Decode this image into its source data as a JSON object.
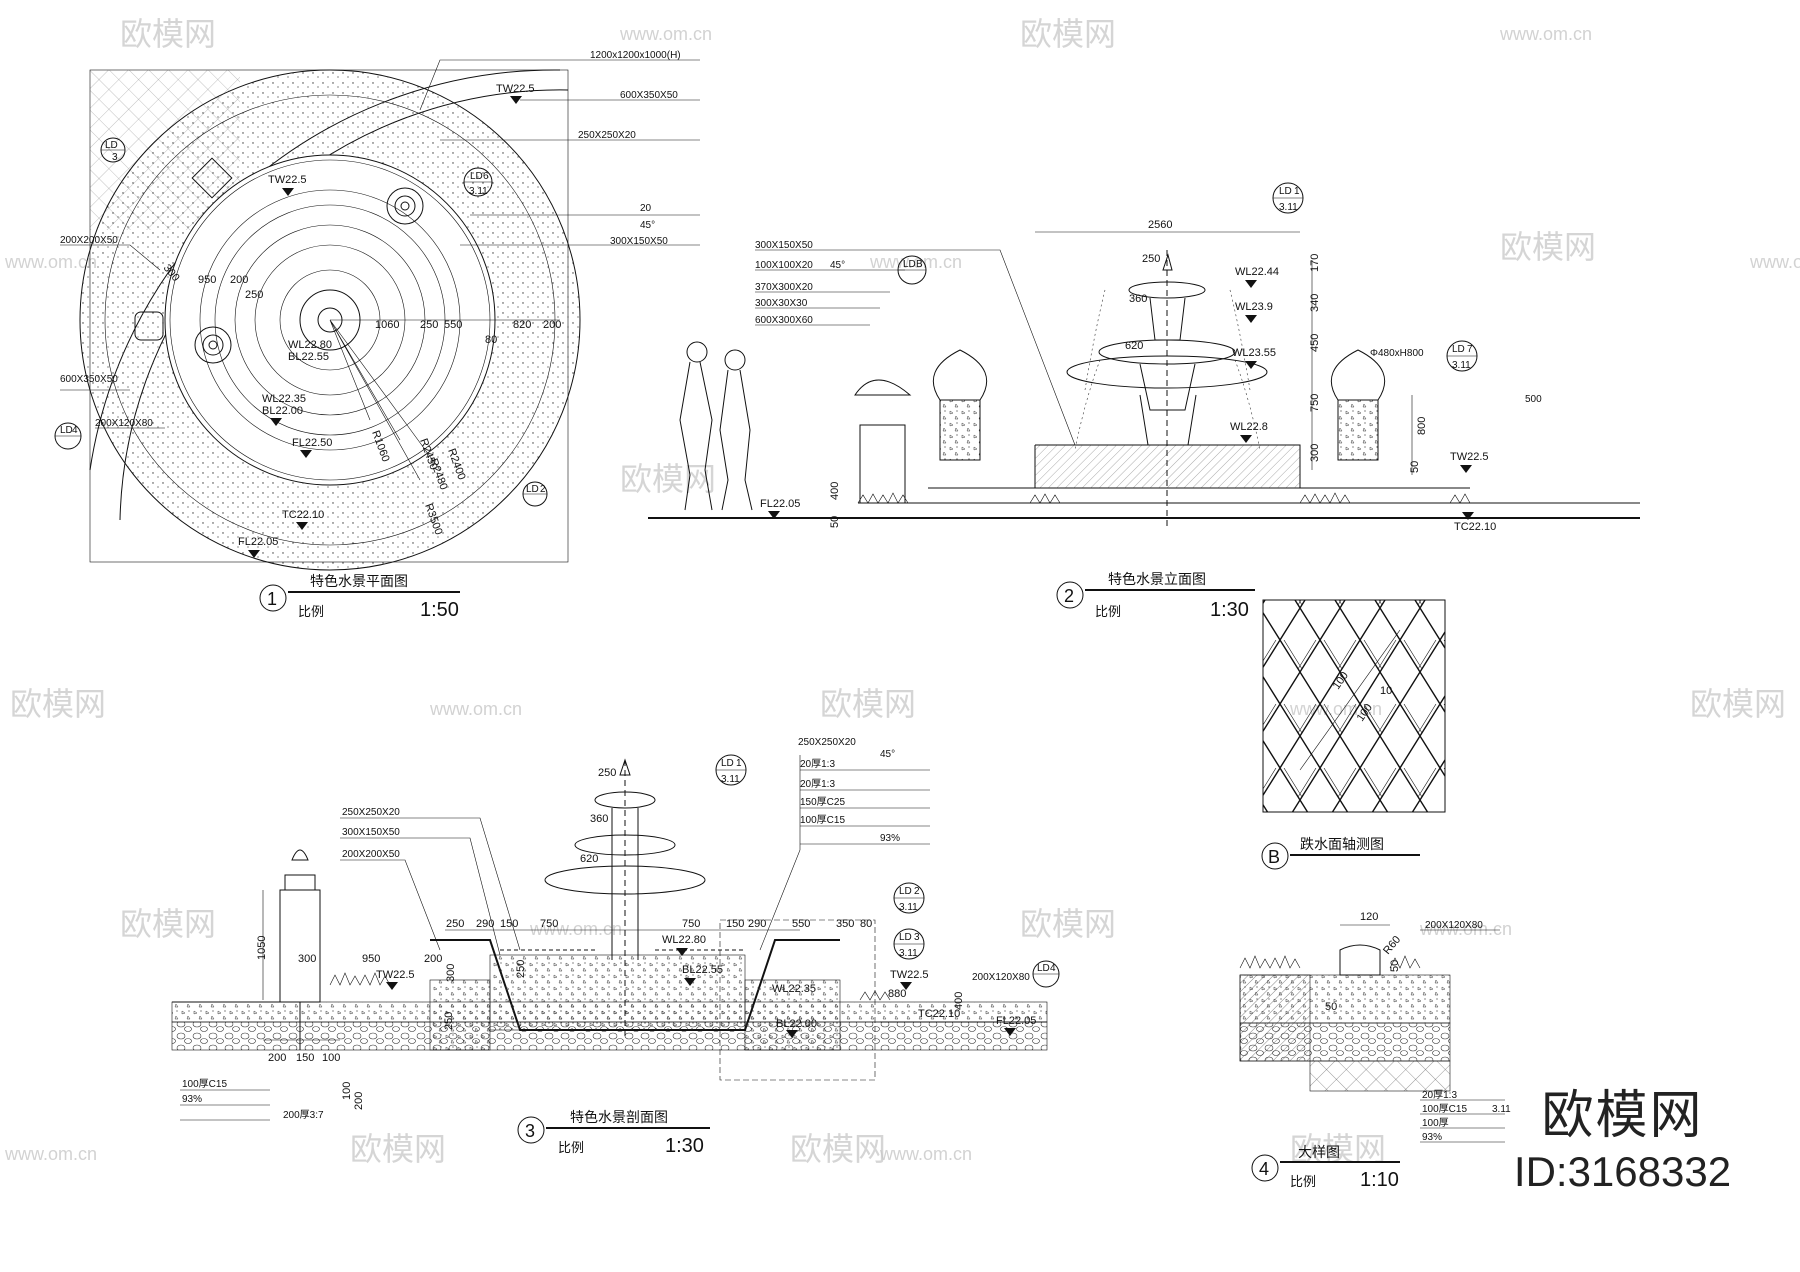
{
  "watermark": {
    "brand": "欧模网",
    "url": "www.om.cn"
  },
  "corner_brand": {
    "name": "欧模网",
    "id": "ID:3168332"
  },
  "plan": {
    "number": "1",
    "title": "特色水景平面图",
    "scale_label": "比例",
    "scale": "1:50",
    "notes": [
      "1200x1200x1000(H)",
      "600X350X50",
      "250X250X20",
      "20",
      "45°",
      "300X150X50",
      "200X200X50",
      "600X350X50",
      "200X120X80"
    ],
    "dims": [
      "300",
      "950",
      "200",
      "250",
      "1060",
      "250",
      "550",
      "80",
      "820",
      "200"
    ],
    "radii": [
      "R1060",
      "R2450",
      "R2400",
      "R2480",
      "R3500"
    ],
    "levels": [
      "TW22.5",
      "TW22.5",
      "WL22.80",
      "BL22.55",
      "WL22.35",
      "BL22.00",
      "FL22.50",
      "TC22.10",
      "FL22.05"
    ],
    "tags": [
      {
        "top": "LD",
        "bottom": "3"
      },
      {
        "top": "LD",
        "bottom": "6",
        "sub": "3.11"
      },
      {
        "top": "LD",
        "bottom": "4"
      },
      {
        "top": "LD",
        "bottom": "2"
      }
    ]
  },
  "elevation": {
    "number": "2",
    "title": "特色水景立面图",
    "scale_label": "比例",
    "scale": "1:30",
    "notes": [
      "300X150X50",
      "100X100X20",
      "45°",
      "370X300X20",
      "300X30X30",
      "600X300X60",
      "Φ480xH800",
      "500"
    ],
    "dims": [
      "2560",
      "250",
      "360",
      "620",
      "170",
      "340",
      "450",
      "750",
      "300",
      "400",
      "50",
      "800",
      "50"
    ],
    "levels": [
      "WL22.44",
      "WL23.9",
      "WL23.55",
      "WL22.8",
      "TW22.5",
      "FL22.05",
      "TC22.10"
    ],
    "tags": [
      {
        "top": "LD",
        "bottom": "1",
        "sub": "3.11"
      },
      {
        "top": "LD",
        "bottom": "B"
      },
      {
        "top": "LD",
        "bottom": "7",
        "sub": "3.11"
      }
    ]
  },
  "pattern": {
    "number": "B",
    "title": "跌水面轴测图",
    "dims": [
      "100",
      "100",
      "10"
    ]
  },
  "section": {
    "number": "3",
    "title": "特色水景剖面图",
    "scale_label": "比例",
    "scale": "1:30",
    "notes": [
      "250X250X20",
      "300X150X50",
      "200X200X50",
      "45°",
      "20厚1:3",
      "20厚1:3",
      "150厚C25",
      "100厚C15",
      "93%",
      "200X120X80"
    ],
    "dims": [
      "250",
      "360",
      "620",
      "1050",
      "300",
      "950",
      "200",
      "250",
      "290",
      "150",
      "750",
      "750",
      "550",
      "290",
      "150",
      "350",
      "80",
      "250",
      "300",
      "880",
      "400",
      "250",
      "200",
      "150",
      "100",
      "100",
      "200"
    ],
    "levels": [
      "WL22.80",
      "BL22.55",
      "WL22.35",
      "BL22.00",
      "TW22.5",
      "TW22.5",
      "TC22.10",
      "FL22.05"
    ],
    "tags": [
      {
        "top": "LD",
        "bottom": "1",
        "sub": "3.11"
      },
      {
        "top": "LD",
        "bottom": "2",
        "sub": "3.11"
      },
      {
        "top": "LD",
        "bottom": "3",
        "sub": "3.11"
      },
      {
        "top": "LD",
        "bottom": "4"
      }
    ],
    "bottom_notes": [
      "100厚C15",
      "93%",
      "200厚3:7"
    ]
  },
  "detail": {
    "number": "4",
    "title": "大样图",
    "scale_label": "比例",
    "scale": "1:10",
    "notes": [
      "200X120X80",
      "20厚1:3",
      "100厚C15",
      "100厚",
      "93%"
    ],
    "dims": [
      "120",
      "R60",
      "50",
      "50"
    ],
    "tag_sub": "3.11"
  }
}
